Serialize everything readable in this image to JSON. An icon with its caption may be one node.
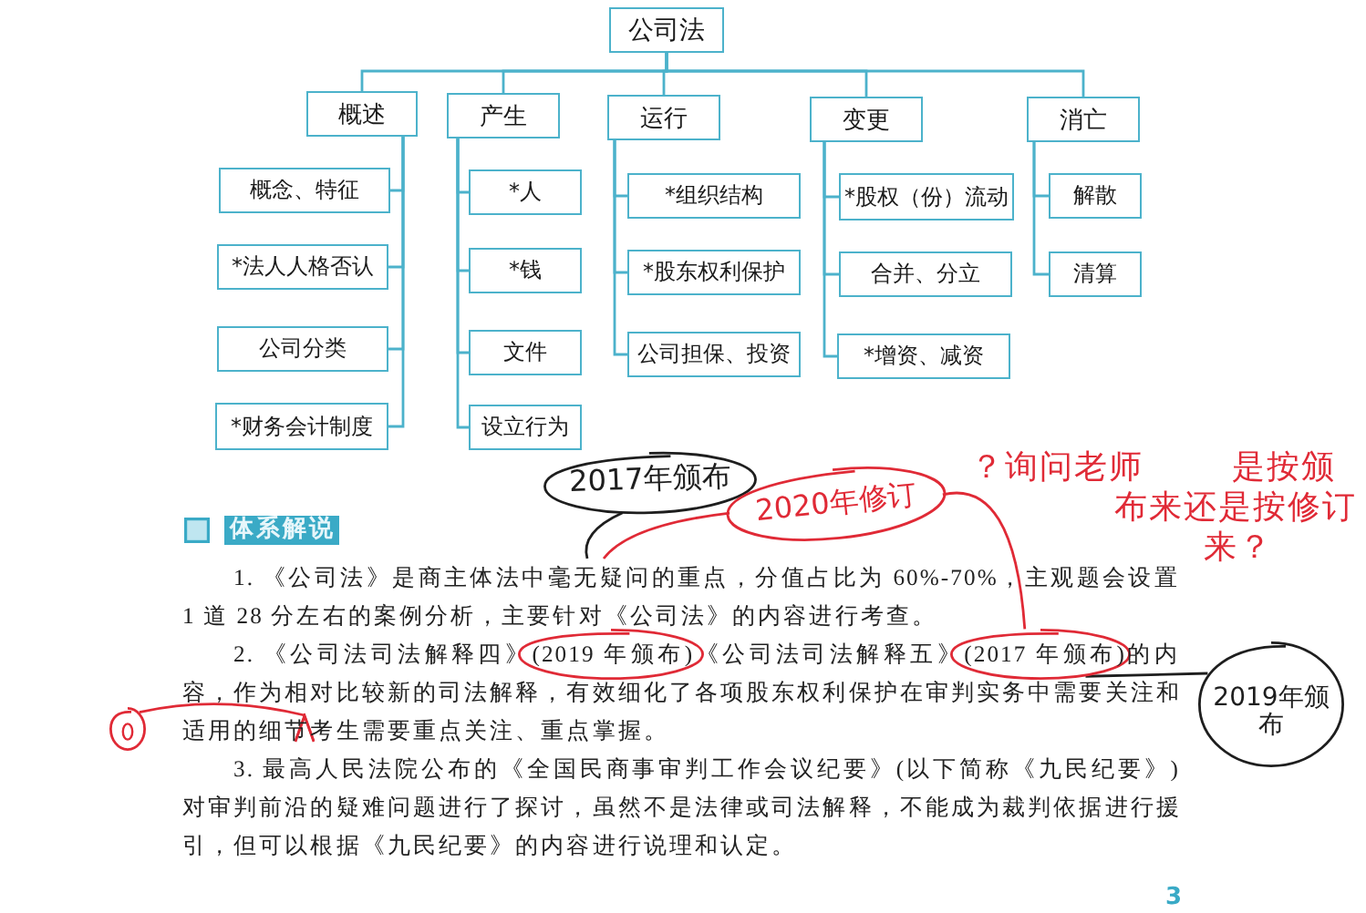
{
  "diagram": {
    "nodes": [
      {
        "text": [
          "公司法"
        ]
      },
      {
        "text": [
          "概述"
        ]
      },
      {
        "text": [
          "产生"
        ]
      },
      {
        "text": [
          "运行"
        ]
      },
      {
        "text": [
          "变更"
        ]
      },
      {
        "text": [
          "消亡"
        ]
      },
      {
        "text": [
          "概念、特征"
        ]
      },
      {
        "text": [
          "*法人人格否认"
        ]
      },
      {
        "text": [
          "公司分类"
        ]
      },
      {
        "text": [
          "*财务会计制度"
        ]
      },
      {
        "text": [
          "*人"
        ]
      },
      {
        "text": [
          "*钱"
        ]
      },
      {
        "text": [
          "文件"
        ]
      },
      {
        "text": [
          "设立行为"
        ]
      },
      {
        "text": [
          "*组织结构"
        ]
      },
      {
        "text": [
          "*股东权利保护"
        ]
      },
      {
        "text": [
          "公司担保、投资"
        ]
      },
      {
        "text": [
          "*股权（份）流动"
        ]
      },
      {
        "text": [
          "合并、分立"
        ]
      },
      {
        "text": [
          "*增资、减资"
        ]
      },
      {
        "text": [
          "解散"
        ]
      },
      {
        "text": [
          "清算"
        ]
      },
      {
        "text": [
          "2017年颁布"
        ]
      },
      {
        "text": [
          "2020年修订"
        ]
      },
      {
        "text": [
          "1. 《公司法》是商主体法中毫无疑问的重点，分值占比为 60%-70%，主观题会设置 1 道 28 分左右的案例分析，主要针对《公司法》的内容进行考查。"
        ]
      },
      {
        "text": [
          "2. 《公司法司法解释四》(2019 年颁布)《公司法司法解释五》(2017 年颁布)的内容，作为相对比较新的司法解释，有效细化了各项股东权利保护在审判实务中需要关注和适用的细节考生需要重点关注、重点掌握。"
        ]
      },
      {
        "text": [],
        "shape": "circle",
        "in": 25
      },
      {
        "text": [],
        "shape": "circle",
        "in": 25
      },
      {
        "text": [
          "2019年颁布"
        ]
      },
      {
        "text": [],
        "shape": "circle"
      },
      {
        "text": [],
        "shape": "caret",
        "in": 25
      }
    ],
    "edges": [
      {
        "from": 0,
        "to": 1,
        "arrow": "none"
      },
      {
        "from": 0,
        "to": 2,
        "arrow": "none"
      },
      {
        "from": 0,
        "to": 3,
        "arrow": "none"
      },
      {
        "from": 0,
        "to": 4,
        "arrow": "none"
      },
      {
        "from": 0,
        "to": 5,
        "arrow": "none"
      },
      {
        "from": 1,
        "to": 6,
        "arrow": "none"
      },
      {
        "from": 1,
        "to": 7,
        "arrow": "none"
      },
      {
        "from": 1,
        "to": 8,
        "arrow": "none"
      },
      {
        "from": 1,
        "to": 9,
        "arrow": "none"
      },
      {
        "from": 2,
        "to": 10,
        "arrow": "none"
      },
      {
        "from": 2,
        "to": 11,
        "arrow": "none"
      },
      {
        "from": 2,
        "to": 12,
        "arrow": "none"
      },
      {
        "from": 2,
        "to": 13,
        "arrow": "none"
      },
      {
        "from": 3,
        "to": 14,
        "arrow": "none"
      },
      {
        "from": 3,
        "to": 15,
        "arrow": "none"
      },
      {
        "from": 3,
        "to": 16,
        "arrow": "none"
      },
      {
        "from": 4,
        "to": 17,
        "arrow": "none"
      },
      {
        "from": 4,
        "to": 18,
        "arrow": "none"
      },
      {
        "from": 4,
        "to": 19,
        "arrow": "none"
      },
      {
        "from": 5,
        "to": 20,
        "arrow": "none"
      },
      {
        "from": 5,
        "to": 21,
        "arrow": "none"
      },
      {
        "from": 22,
        "to": 24,
        "arrow": "none",
        "color": "#1e1e1e"
      },
      {
        "from": 23,
        "to": 24,
        "arrow": "none",
        "color": "#e02a36"
      },
      {
        "from": 23,
        "to": 27,
        "arrow": "none",
        "color": "#e02a36"
      },
      {
        "from": 28,
        "to": 27,
        "arrow": "none",
        "color": "#1e1e1e"
      },
      {
        "from": 29,
        "to": 30,
        "arrow": "to",
        "color": "#e02a36"
      }
    ],
    "labels": [
      "体系解说",
      "3. 最高人民法院公布的《全国民商事审判工作会议纪要》(以下简称《九民纪要》)对审判前沿的疑难问题进行了探讨，虽然不是法律或司法解释，不能成为裁判依据进行援引，但可以根据《九民纪要》的内容进行说理和认定。",
      "？询问老师 是按颁布来还是按修订来？",
      "3"
    ]
  }
}
